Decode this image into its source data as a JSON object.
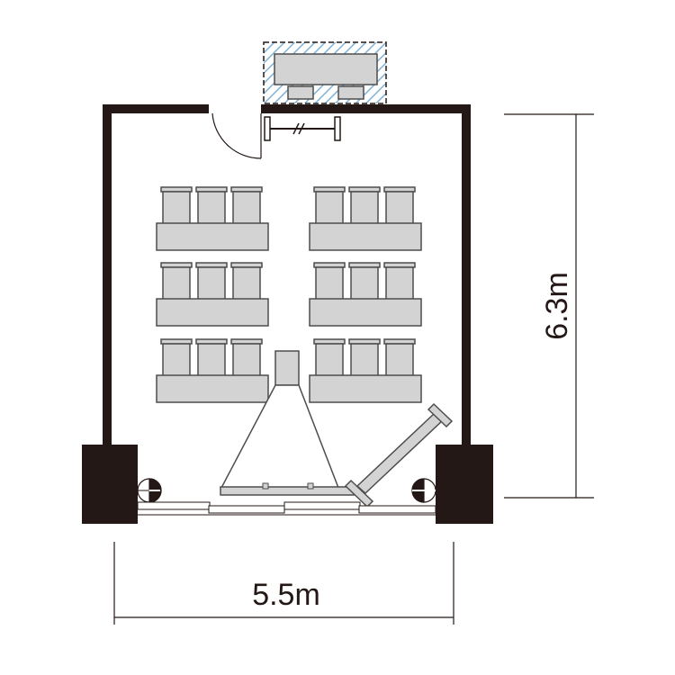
{
  "floor_plan": {
    "dimensions": {
      "width_label": "5.5m",
      "height_label": "6.3m"
    },
    "layout": {
      "table_rows": 3,
      "tables_per_row": 2,
      "chairs_per_table": 3
    },
    "colors": {
      "wall": "#231815",
      "furniture_fill": "#d3d3d3",
      "furniture_stroke": "#4d4d4d",
      "window_hatch": "#7fb2d6",
      "dimension_line": "#231815",
      "background": "#ffffff"
    },
    "icons": {
      "door": "door-swing-icon",
      "projector_screen": "projector-screen-icon",
      "whiteboard": "whiteboard-icon",
      "outlet": "outlet-icon",
      "air_conditioner": "air-conditioner-icon"
    }
  }
}
